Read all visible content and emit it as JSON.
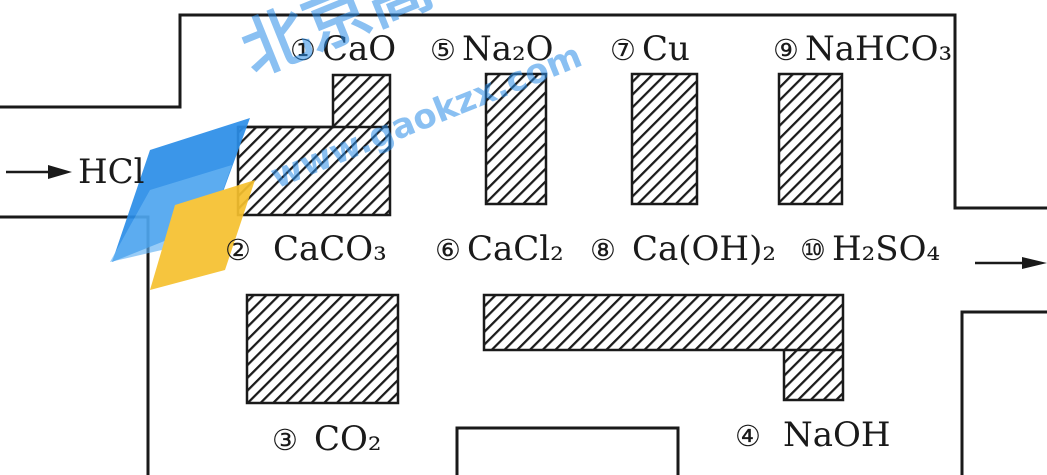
{
  "inlet": {
    "arrow_icon": "arrow-right-icon",
    "label": "HCl"
  },
  "outlet": {
    "arrow_icon": "arrow-right-icon"
  },
  "substances": [
    {
      "num": "①",
      "formula": "CaO"
    },
    {
      "num": "②",
      "formula": "CaCO₃"
    },
    {
      "num": "③",
      "formula": "CO₂"
    },
    {
      "num": "④",
      "formula": "NaOH"
    },
    {
      "num": "⑤",
      "formula": "Na₂O"
    },
    {
      "num": "⑥",
      "formula": "CaCl₂"
    },
    {
      "num": "⑦",
      "formula": "Cu"
    },
    {
      "num": "⑧",
      "formula": "Ca(OH)₂"
    },
    {
      "num": "⑨",
      "formula": "NaHCO₃"
    },
    {
      "num": "⑩",
      "formula": "H₂SO₄"
    }
  ],
  "watermark": {
    "text": "北京高考在线",
    "url_text": "www.gaokzx.com",
    "logo_icon": "gk-logo-icon"
  },
  "colors": {
    "ink": "#1a1a1a",
    "watermark_blue": "#2b8ee8",
    "watermark_yellow": "#f6c12e"
  }
}
